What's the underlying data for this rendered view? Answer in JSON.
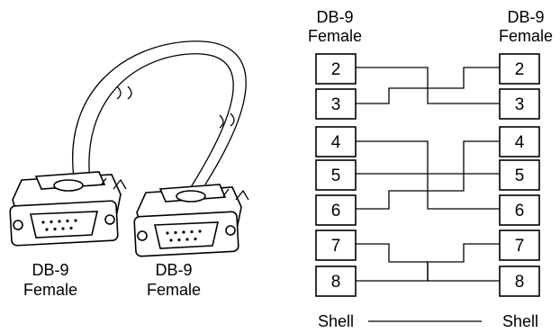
{
  "left_figure": {
    "connector_a": {
      "line1": "DB-9",
      "line2": "Female"
    },
    "connector_b": {
      "line1": "DB-9",
      "line2": "Female"
    }
  },
  "wiring": {
    "left_header": {
      "line1": "DB-9",
      "line2": "Female"
    },
    "right_header": {
      "line1": "DB-9",
      "line2": "Female"
    },
    "left_pins": [
      "2",
      "3",
      "4",
      "5",
      "6",
      "7",
      "8"
    ],
    "right_pins": [
      "2",
      "3",
      "4",
      "5",
      "6",
      "7",
      "8"
    ],
    "shell_left": "Shell",
    "shell_right": "Shell"
  }
}
